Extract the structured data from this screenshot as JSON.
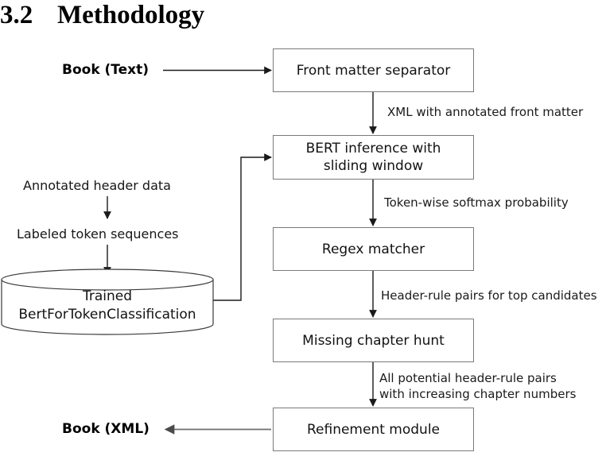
{
  "heading": {
    "number": "3.2",
    "title": "Methodology"
  },
  "colors": {
    "box_border": "#7a7a7a",
    "connector_dark": "#1a1a1a",
    "connector_gray": "#6e6e6e",
    "text": "#121212",
    "background": "#ffffff"
  },
  "diagram": {
    "input_label": "Book (Text)",
    "output_label": "Book (XML)",
    "training_labels": [
      {
        "text": "Annotated header data"
      },
      {
        "text": "Labeled token sequences"
      }
    ],
    "datastore": {
      "line1": "Trained",
      "line2": "BertForTokenClassification"
    },
    "nodes": [
      {
        "id": "front-matter-separator",
        "label": "Front matter separator"
      },
      {
        "id": "bert-inference",
        "label_line1": "BERT inference with",
        "label_line2": "sliding window"
      },
      {
        "id": "regex-matcher",
        "label": "Regex matcher"
      },
      {
        "id": "missing-chapter-hunt",
        "label": "Missing chapter hunt"
      },
      {
        "id": "refinement-module",
        "label": "Refinement module"
      }
    ],
    "edge_labels": [
      {
        "id": "edge-xml-front-matter",
        "text": "XML with annotated front matter"
      },
      {
        "id": "edge-token-softmax",
        "text": "Token-wise softmax probability"
      },
      {
        "id": "edge-header-rule-pairs",
        "text": "Header-rule pairs for top candidates"
      },
      {
        "id": "edge-all-pairs-line1",
        "text": "All potential header-rule pairs"
      },
      {
        "id": "edge-all-pairs-line2",
        "text": "with increasing chapter numbers"
      }
    ]
  }
}
